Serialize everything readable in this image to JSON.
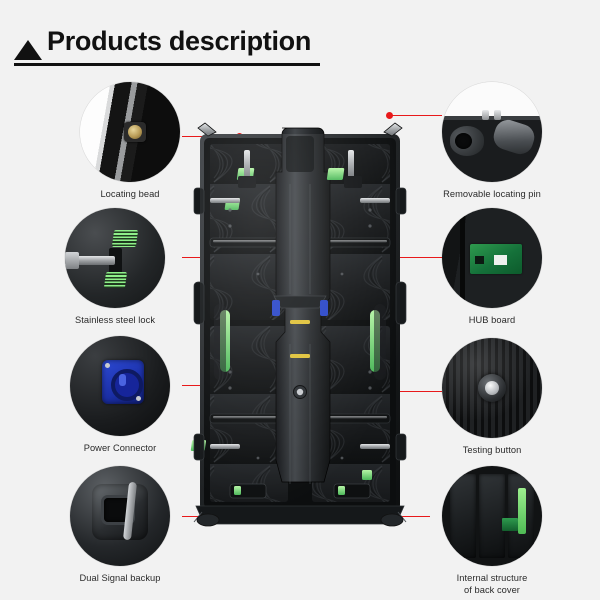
{
  "header": {
    "title": "Products description",
    "bullet_icon": "triangle-bullet-icon"
  },
  "theme": {
    "background": "#f2f2f2",
    "text": "#2b2b2b",
    "leader_line": "#e8191b",
    "accent_green": "#8ff08a",
    "pcb_green": "#2e9b4e",
    "connector_blue": "#2d4bd6",
    "cabinet_black": "#1a1c1e"
  },
  "product": {
    "name": "led-cabinet-rear-view",
    "description": "Rear view of LED rental display cabinet"
  },
  "callouts": {
    "left": [
      {
        "id": "locating-bead",
        "label": "Locating bead",
        "thumb": "locating-bead-thumb"
      },
      {
        "id": "stainless-steel-lock",
        "label": "Stainless steel lock",
        "thumb": "stainless-steel-lock-thumb"
      },
      {
        "id": "power-connector",
        "label": "Power Connector",
        "thumb": "power-connector-thumb"
      },
      {
        "id": "dual-signal-backup",
        "label": "Dual Signal backup",
        "thumb": "dual-signal-backup-thumb"
      }
    ],
    "right": [
      {
        "id": "removable-locating-pin",
        "label": "Removable locating pin",
        "thumb": "removable-locating-pin-thumb"
      },
      {
        "id": "hub-board",
        "label": "HUB board",
        "thumb": "hub-board-thumb"
      },
      {
        "id": "testing-button",
        "label": "Testing button",
        "thumb": "testing-button-thumb"
      },
      {
        "id": "internal-structure-back-cover",
        "label": "Internal structure\nof back cover",
        "label_line1": "Internal structure",
        "label_line2": "of back cover",
        "thumb": "internal-structure-thumb"
      }
    ]
  }
}
